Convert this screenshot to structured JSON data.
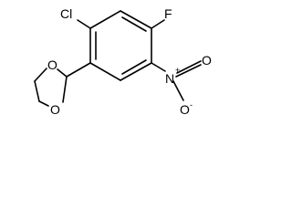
{
  "molecule": {
    "atoms": {
      "chlorine": "Cl",
      "fluorine": "F",
      "ring_oxygen_top": "O",
      "ring_oxygen_bottom": "O",
      "nitro_nitrogen": "N",
      "nitro_oxygen_right": "O",
      "nitro_oxygen_bottom": "O",
      "plus_sign": "+",
      "minus_sign": "-"
    },
    "colors": {
      "bond": "#000000",
      "label": "#000000",
      "background": "#ffffff"
    }
  }
}
